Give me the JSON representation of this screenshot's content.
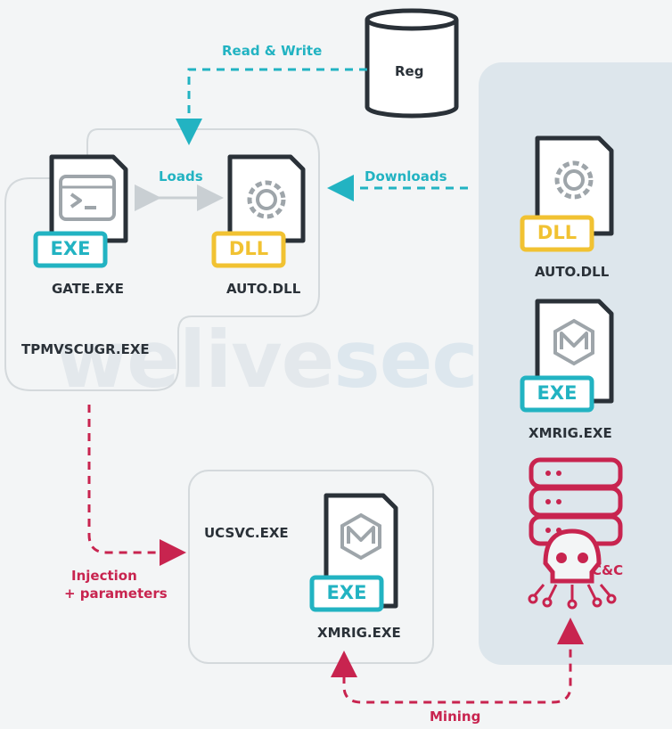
{
  "watermark": {
    "part1": "welive",
    "part2": "security"
  },
  "nodes": {
    "reg": "Reg",
    "gate_badge": "EXE",
    "gate_label": "GATE.EXE",
    "auto_badge": "DLL",
    "auto_label": "AUTO.DLL",
    "group_label": "TPMVSCUGR.EXE",
    "remote_auto_badge": "DLL",
    "remote_auto_label": "AUTO.DLL",
    "remote_xmrig_badge": "EXE",
    "remote_xmrig_label": "XMRIG.EXE",
    "cc_label": "C&C",
    "ucsvc_label": "UCSVC.EXE",
    "xmrig_badge": "EXE",
    "xmrig_label": "XMRIG.EXE"
  },
  "edges": {
    "read_write": "Read & Write",
    "loads": "Loads",
    "downloads": "Downloads",
    "injection_line1": "Injection",
    "injection_line2": "+ parameters",
    "mining": "Mining"
  },
  "colors": {
    "teal": "#22b3c2",
    "magenta": "#c8244f",
    "yellow": "#f1c232",
    "dark": "#2a3138",
    "panel": "#dde6ec"
  }
}
